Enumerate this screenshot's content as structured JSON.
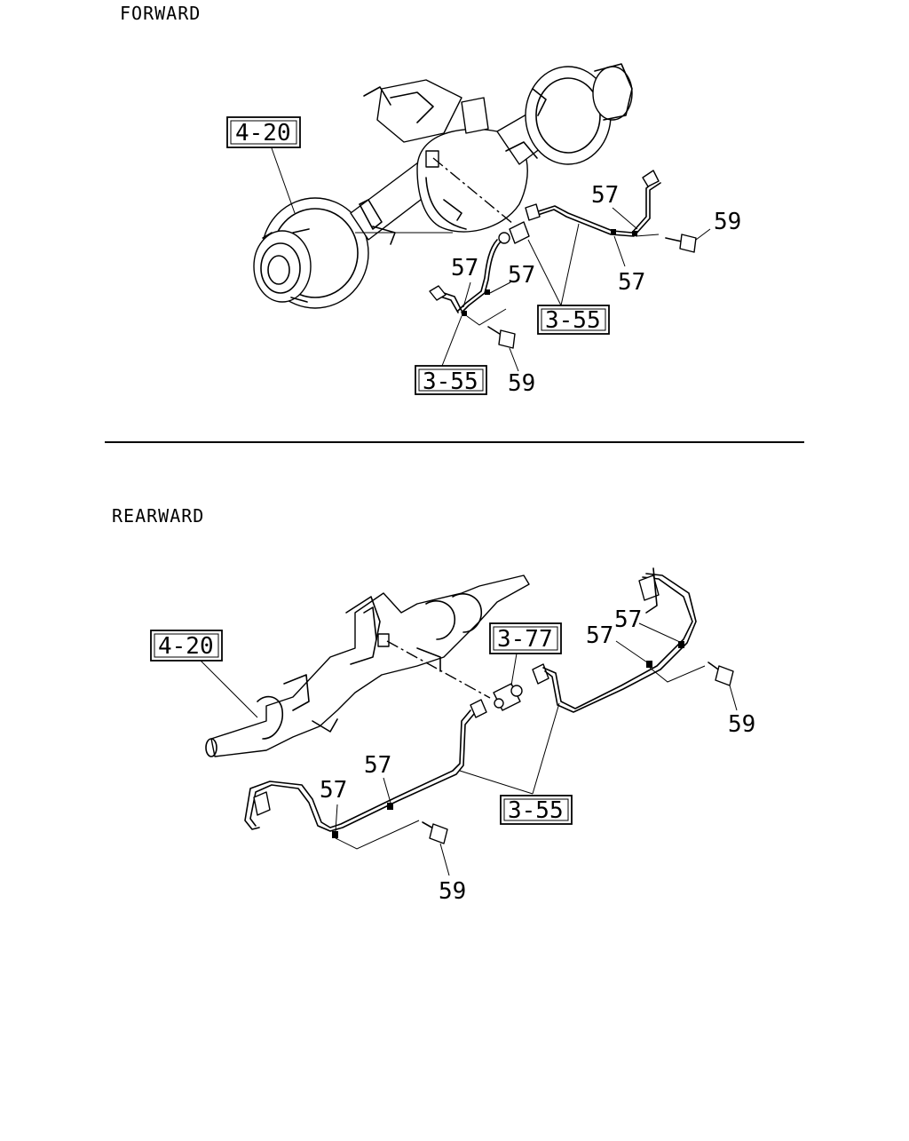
{
  "sections": {
    "forward": {
      "heading": "FORWARD",
      "axle_ref": "4-20",
      "pipe_ref_right": "3-55",
      "pipe_ref_left": "3-55",
      "clip_a": "57",
      "clip_b": "57",
      "clip_c": "57",
      "clip_d": "57",
      "bolt_right": "59",
      "bolt_left": "59"
    },
    "rearward": {
      "heading": "REARWARD",
      "axle_ref": "4-20",
      "connector_ref": "3-77",
      "pipe_ref": "3-55",
      "clip_a": "57",
      "clip_b": "57",
      "clip_c": "57",
      "clip_d": "57",
      "bolt_right": "59",
      "bolt_left": "59"
    }
  }
}
